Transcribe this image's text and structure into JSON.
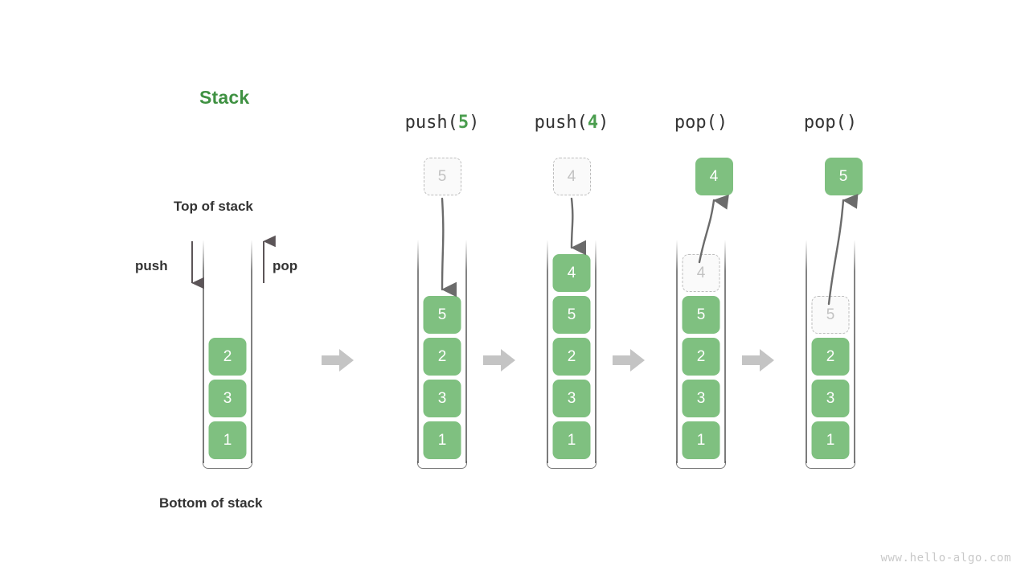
{
  "title": "Stack",
  "labels": {
    "top_of_stack": "Top of stack",
    "bottom_of_stack": "Bottom of stack",
    "push": "push",
    "pop": "pop"
  },
  "watermark": "www.hello-algo.com",
  "colors": {
    "accent_green": "#4a9d4e",
    "box_green": "#7fc080",
    "ghost_border": "#bdbdbd",
    "ghost_text": "#c2c2c2",
    "arrow_gray": "#6b6b6b",
    "step_arrow_gray": "#c4c4c4",
    "text_dark": "#333333"
  },
  "initial_stack": {
    "name": "initial-stack",
    "boxes_bottom_to_top": [
      "1",
      "3",
      "2"
    ]
  },
  "steps": [
    {
      "id": "step-push-5",
      "op_prefix": "push(",
      "op_arg": "5",
      "op_suffix": ")",
      "op_text": "push(5)",
      "float_box": {
        "value": "5",
        "style": "ghost"
      },
      "arrow_direction": "down",
      "boxes_bottom_to_top": [
        "1",
        "3",
        "2",
        "5"
      ],
      "ghost_index": null
    },
    {
      "id": "step-push-4",
      "op_prefix": "push(",
      "op_arg": "4",
      "op_suffix": ")",
      "op_text": "push(4)",
      "float_box": {
        "value": "4",
        "style": "ghost"
      },
      "arrow_direction": "down",
      "boxes_bottom_to_top": [
        "1",
        "3",
        "2",
        "5",
        "4"
      ],
      "ghost_index": null
    },
    {
      "id": "step-pop-1",
      "op_prefix": "pop(",
      "op_arg": "",
      "op_suffix": ")",
      "op_text": "pop()",
      "float_box": {
        "value": "4",
        "style": "solid"
      },
      "arrow_direction": "up",
      "boxes_bottom_to_top": [
        "1",
        "3",
        "2",
        "5",
        "4"
      ],
      "ghost_index": 4
    },
    {
      "id": "step-pop-2",
      "op_prefix": "pop(",
      "op_arg": "",
      "op_suffix": ")",
      "op_text": "pop()",
      "float_box": {
        "value": "5",
        "style": "solid"
      },
      "arrow_direction": "up",
      "boxes_bottom_to_top": [
        "1",
        "3",
        "2",
        "5"
      ],
      "ghost_index": 3
    }
  ],
  "step_arrows_count": 4
}
